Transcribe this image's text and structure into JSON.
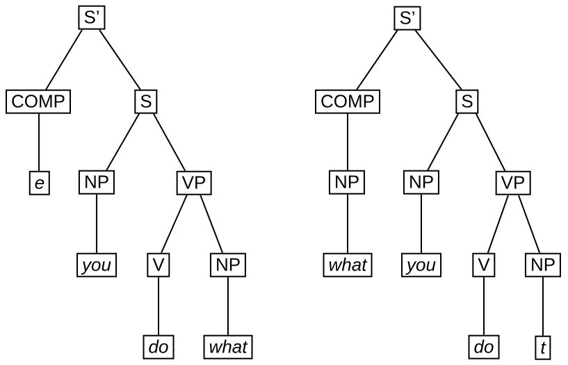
{
  "figure": {
    "kind": "syntax-tree-diagram",
    "background_color": "#ffffff",
    "line_color": "#000000",
    "box_border_color": "#000000",
    "text_color": "#000000"
  },
  "trees": [
    {
      "position": "left",
      "nodes": {
        "s_bar": "S’",
        "comp": "COMP",
        "s": "S",
        "e": "e",
        "np_subject": "NP",
        "vp": "VP",
        "you": "you",
        "v": "V",
        "np_object": "NP",
        "do": "do",
        "what": "what"
      },
      "edges": [
        [
          "S’",
          "COMP"
        ],
        [
          "S’",
          "S"
        ],
        [
          "COMP",
          "e"
        ],
        [
          "S",
          "NP"
        ],
        [
          "S",
          "VP"
        ],
        [
          "NP",
          "you"
        ],
        [
          "VP",
          "V"
        ],
        [
          "VP",
          "NP"
        ],
        [
          "V",
          "do"
        ],
        [
          "NP",
          "what"
        ]
      ]
    },
    {
      "position": "right",
      "nodes": {
        "s_bar": "S’",
        "comp": "COMP",
        "s": "S",
        "np_comp": "NP",
        "what": "what",
        "np_subject": "NP",
        "you": "you",
        "vp": "VP",
        "v": "V",
        "np_object": "NP",
        "do": "do",
        "t": "t"
      },
      "edges": [
        [
          "S’",
          "COMP"
        ],
        [
          "S’",
          "S"
        ],
        [
          "COMP",
          "NP"
        ],
        [
          "NP",
          "what"
        ],
        [
          "S",
          "NP"
        ],
        [
          "S",
          "VP"
        ],
        [
          "NP",
          "you"
        ],
        [
          "VP",
          "V"
        ],
        [
          "VP",
          "NP"
        ],
        [
          "V",
          "do"
        ],
        [
          "NP",
          "t"
        ]
      ]
    }
  ]
}
